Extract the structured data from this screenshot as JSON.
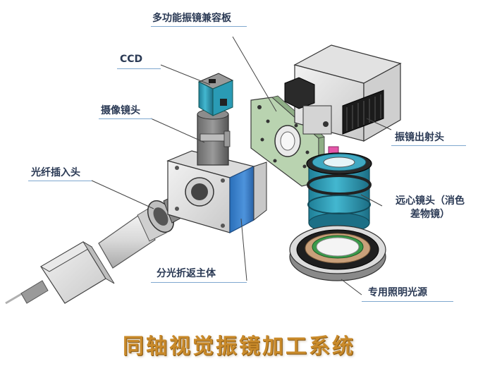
{
  "title": "同轴视觉振镜加工系统",
  "labels": {
    "compat_board": "多功能振镜兼容板",
    "ccd": "CCD",
    "camera_lens": "摄像镜头",
    "fiber_head": "光纤插入头",
    "galvo_head": "振镜出射头",
    "telecentric_line1": "远心镜头（消色",
    "telecentric_line2": "差物镜）",
    "beam_body": "分光折返主体",
    "light_source": "专用照明光源"
  },
  "colors": {
    "label_text": "#2b3a55",
    "leader_line": "#7fa8cf",
    "title": "#c98a2a",
    "teal": "#2a9bb5",
    "blue_panel": "#2f78c8",
    "green_board": "#b9d3b0"
  }
}
